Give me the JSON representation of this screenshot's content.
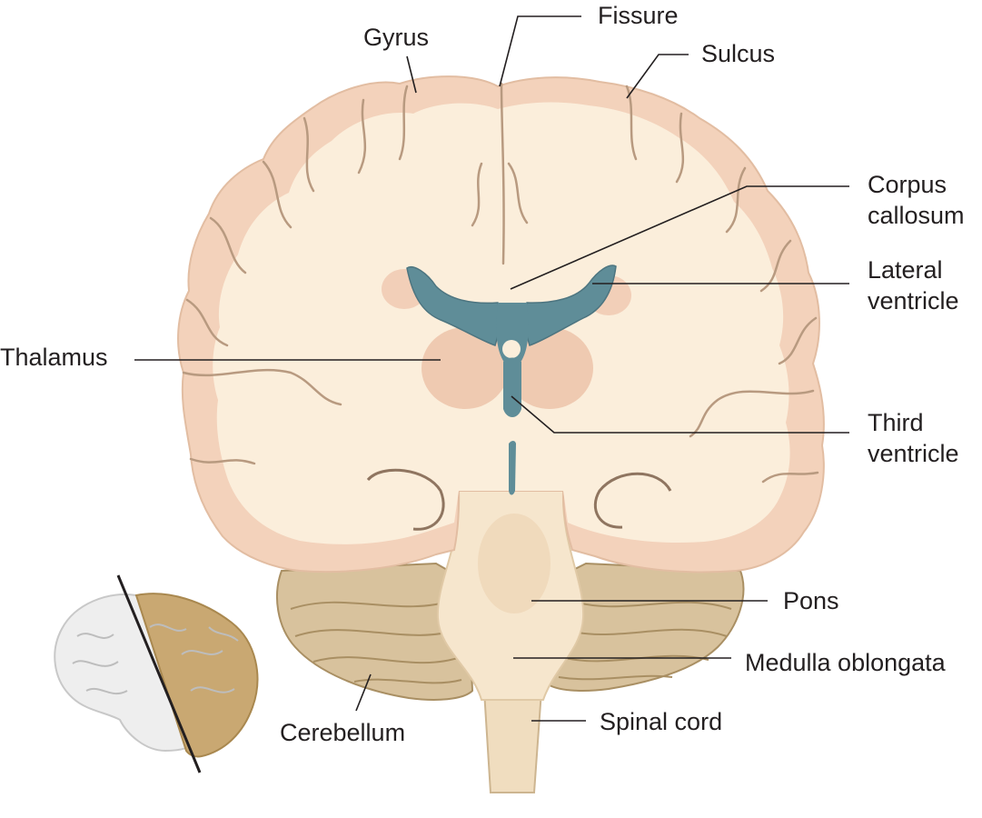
{
  "labels": {
    "gyrus": "Gyrus",
    "fissure": "Fissure",
    "sulcus": "Sulcus",
    "corpus_callosum_1": "Corpus",
    "corpus_callosum_2": "callosum",
    "lateral_ventricle_1": "Lateral",
    "lateral_ventricle_2": "ventricle",
    "thalamus": "Thalamus",
    "third_ventricle_1": "Third",
    "third_ventricle_2": "ventricle",
    "pons": "Pons",
    "medulla_oblongata": "Medulla oblongata",
    "spinal_cord": "Spinal cord",
    "cerebellum": "Cerebellum"
  },
  "colors": {
    "white_matter": "#fbeedb",
    "gray_matter": "#f3d2bb",
    "sulcus_line": "#b89a80",
    "ventricle": "#5f8d98",
    "thalamus": "#efcab1",
    "cerebellum": "#d8c29d",
    "cerebellum_dark": "#a98f63",
    "brainstem": "#f6e6cd",
    "inset_white": "#eeeeee",
    "inset_tan": "#c9a872",
    "leader": "#231f20"
  }
}
